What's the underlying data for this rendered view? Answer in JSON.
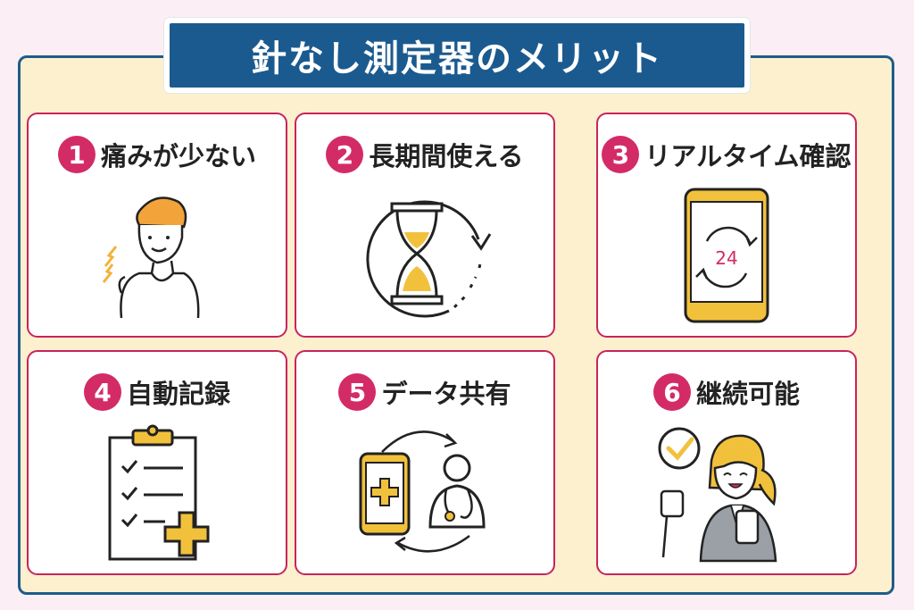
{
  "title": "針なし測定器のメリット",
  "cards": [
    {
      "num": "1",
      "label": "痛みが少ない",
      "icon": "person-pain-icon"
    },
    {
      "num": "2",
      "label": "長期間使える",
      "icon": "hourglass-icon"
    },
    {
      "num": "3",
      "label": "リアルタイム確認",
      "icon": "smartphone-24-icon",
      "screen_text": "24"
    },
    {
      "num": "4",
      "label": "自動記録",
      "icon": "clipboard-checklist-icon"
    },
    {
      "num": "5",
      "label": "データ共有",
      "icon": "phone-doctor-share-icon"
    },
    {
      "num": "6",
      "label": "継続可能",
      "icon": "woman-checkmark-icon"
    }
  ],
  "colors": {
    "navy": "#1b5a8f",
    "magenta": "#d32b66",
    "yellow": "#f2c13c",
    "cream": "#fdf0cf"
  }
}
